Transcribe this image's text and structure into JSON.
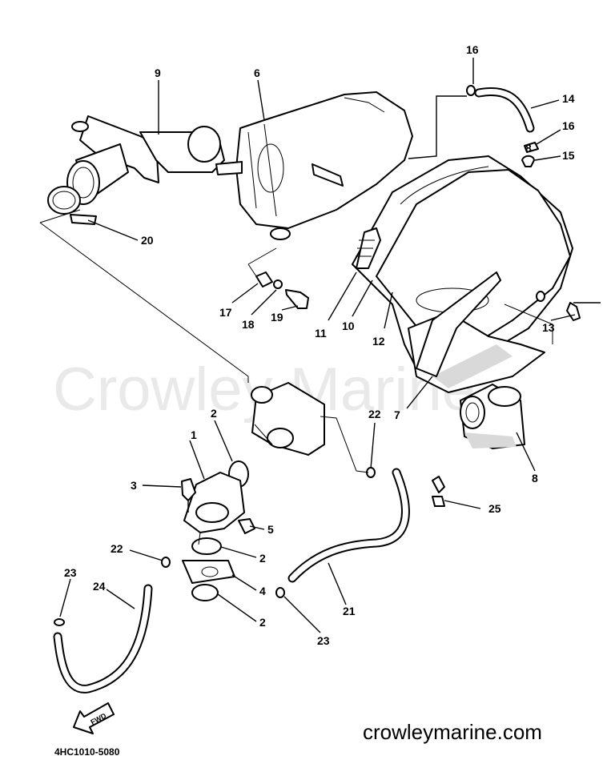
{
  "diagram": {
    "watermark": "Crowley Marine",
    "website": "crowleymarine.com",
    "diagram_code": "4HC1010-5080",
    "fwd_label": "FWD",
    "callouts": [
      "1",
      "2",
      "2",
      "2",
      "3",
      "4",
      "5",
      "6",
      "7",
      "8",
      "8",
      "9",
      "10",
      "11",
      "12",
      "13",
      "14",
      "15",
      "16",
      "16",
      "17",
      "18",
      "19",
      "20",
      "21",
      "22",
      "22",
      "23",
      "23",
      "24",
      "25"
    ]
  }
}
